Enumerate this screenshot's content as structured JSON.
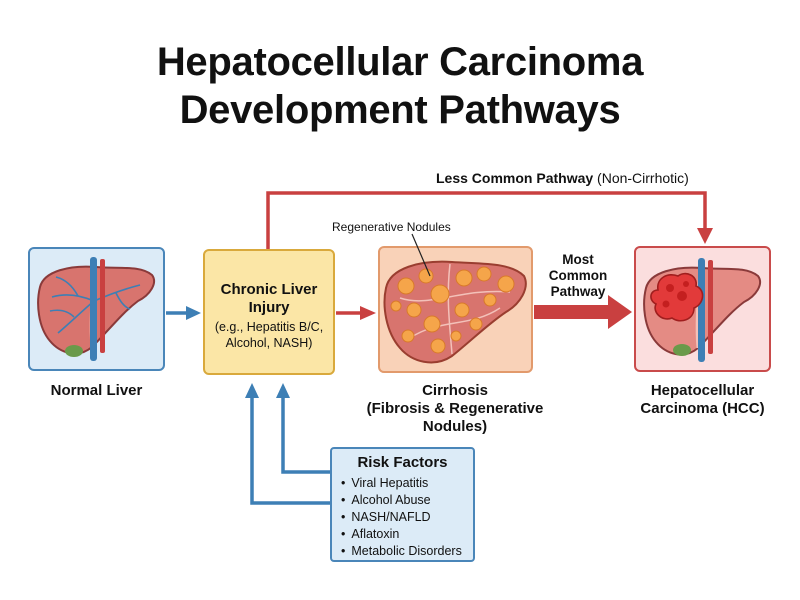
{
  "title": {
    "line1": "Hepatocellular Carcinoma",
    "line2": "Development Pathways"
  },
  "nodes": {
    "normal_liver": "Normal Liver",
    "chronic_injury": {
      "title": "Chronic Liver Injury",
      "subtitle": "(e.g., Hepatitis B/C, Alcohol, NASH)"
    },
    "cirrhosis": {
      "line1": "Cirrhosis",
      "line2": "(Fibrosis & Regenerative",
      "line3": "Nodules)",
      "annotation": "Regenerative Nodules"
    },
    "hcc": {
      "line1": "Hepatocellular",
      "line2": "Carcinoma (HCC)"
    }
  },
  "pathways": {
    "less_common_bold": "Less Common Pathway",
    "less_common_note": "(Non-Cirrhotic)",
    "most_common": {
      "line1": "Most",
      "line2": "Common",
      "line3": "Pathway"
    }
  },
  "risk_factors": {
    "title": "Risk Factors",
    "items": [
      "Viral Hepatitis",
      "Alcohol Abuse",
      "NASH/NAFLD",
      "Aflatoxin",
      "Metabolic Disorders"
    ]
  },
  "colors": {
    "blue_arrow": "#3d7fb5",
    "red_arrow": "#c94040",
    "liver": "#d8746e",
    "nodule": "#f5a54a"
  }
}
